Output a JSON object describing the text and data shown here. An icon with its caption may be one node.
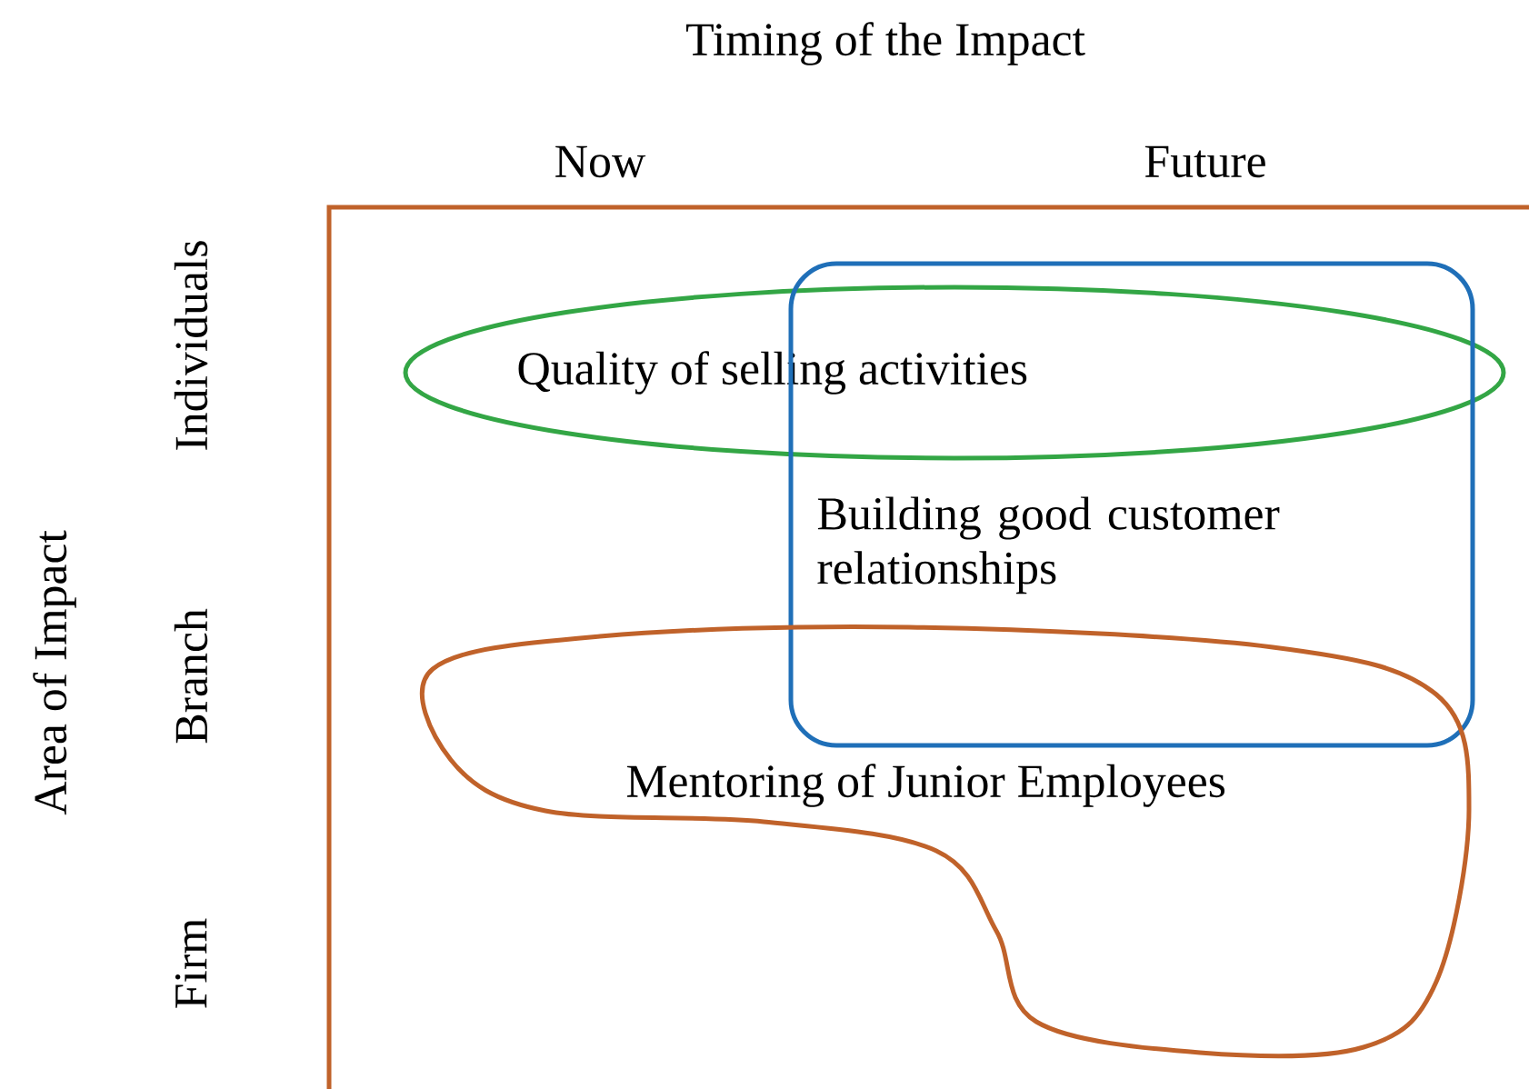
{
  "diagram": {
    "title": "Timing of the Impact",
    "nodes": [
      {
        "text": [
          "Quality of selling activities"
        ]
      },
      {
        "text": [
          "Building good customer relationships"
        ]
      },
      {
        "text": [
          "Mentoring of Junior Employees"
        ]
      }
    ],
    "labels": [
      "Now",
      "Future",
      "Area of Impact",
      "Individuals",
      "Branch",
      "Firm"
    ]
  }
}
